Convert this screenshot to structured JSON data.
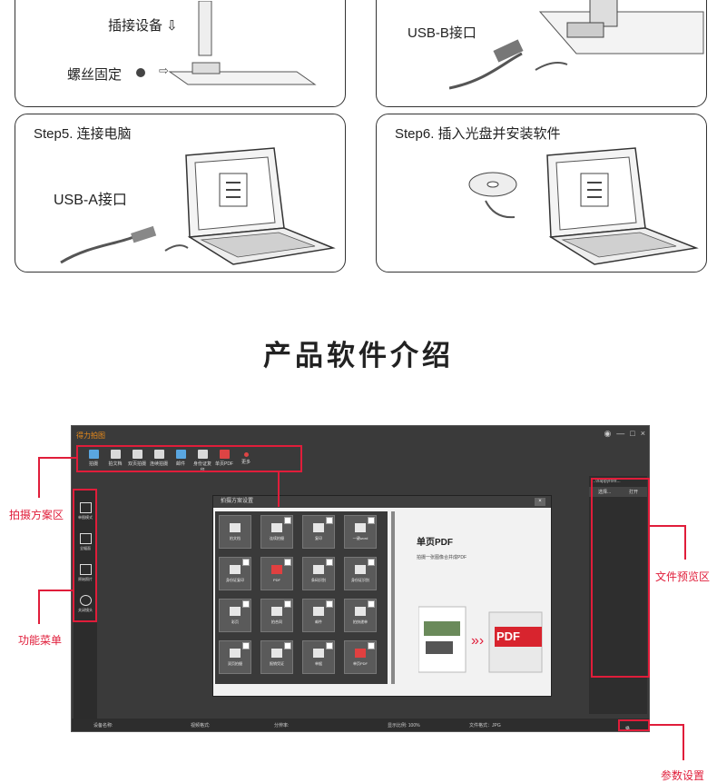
{
  "steps": {
    "top_left": {
      "plug_label": "插接设备 ⇩",
      "screw_label": "螺丝固定"
    },
    "top_right": {
      "usb_b_label": "USB-B接口"
    },
    "step5": {
      "title": "Step5. 连接电脑",
      "usb_a_label": "USB-A接口"
    },
    "step6": {
      "title": "Step6. 插入光盘并安装软件"
    }
  },
  "section_title": "产品软件介绍",
  "app": {
    "title": "得力拍图",
    "window_buttons": [
      "◉",
      "—",
      "□",
      "×"
    ],
    "toolbar": [
      {
        "label": "拍摄",
        "icon": "camera-icon"
      },
      {
        "label": "拍文档",
        "icon": "document-icon"
      },
      {
        "label": "双页拍摄",
        "icon": "double-page-icon"
      },
      {
        "label": "连续拍摄",
        "icon": "continuous-icon"
      },
      {
        "label": "邮件",
        "icon": "mail-icon"
      },
      {
        "label": "身份证复印",
        "icon": "id-card-icon"
      },
      {
        "label": "单页PDF",
        "icon": "pdf-icon"
      },
      {
        "label": "更多",
        "icon": "more-icon"
      }
    ],
    "sidebar": [
      {
        "label": "单图模式",
        "icon": "single-image-icon"
      },
      {
        "label": "全幅面",
        "icon": "full-frame-icon"
      },
      {
        "label": "原始照片",
        "icon": "original-photo-icon"
      },
      {
        "label": "关闭镜头",
        "icon": "camera-off-icon"
      }
    ],
    "right_panel": {
      "path": "...\\happyfont...",
      "select_label": "选择...",
      "open_label": "打开"
    },
    "status": {
      "device": "设备名称:",
      "video_format": "视频格式:",
      "resolution": "分辨率:",
      "display_ratio": "显示比例: 100%",
      "file_format": "文件格式：JPG",
      "settings": "设置"
    },
    "dialog": {
      "title": "拍摄方案设置",
      "close": "×",
      "tiles": [
        "拍文档",
        "连续拍摄",
        "复印",
        "一键word",
        "身份证复印",
        "PDF",
        "条码识别",
        "身份证识别",
        "彩页",
        "拍合同",
        "邮件",
        "拍快递单",
        "双页拍摄",
        "报销凭证",
        "单据",
        "单页PDF"
      ],
      "preview_title": "单页PDF",
      "preview_desc": "拍摄一张图像合并成PDF",
      "pdf_label": "PDF"
    }
  },
  "annotations": {
    "shooting_scheme": "拍摄方案区",
    "function_menu": "功能菜单",
    "file_preview": "文件预览区",
    "param_settings": "参数设置"
  }
}
